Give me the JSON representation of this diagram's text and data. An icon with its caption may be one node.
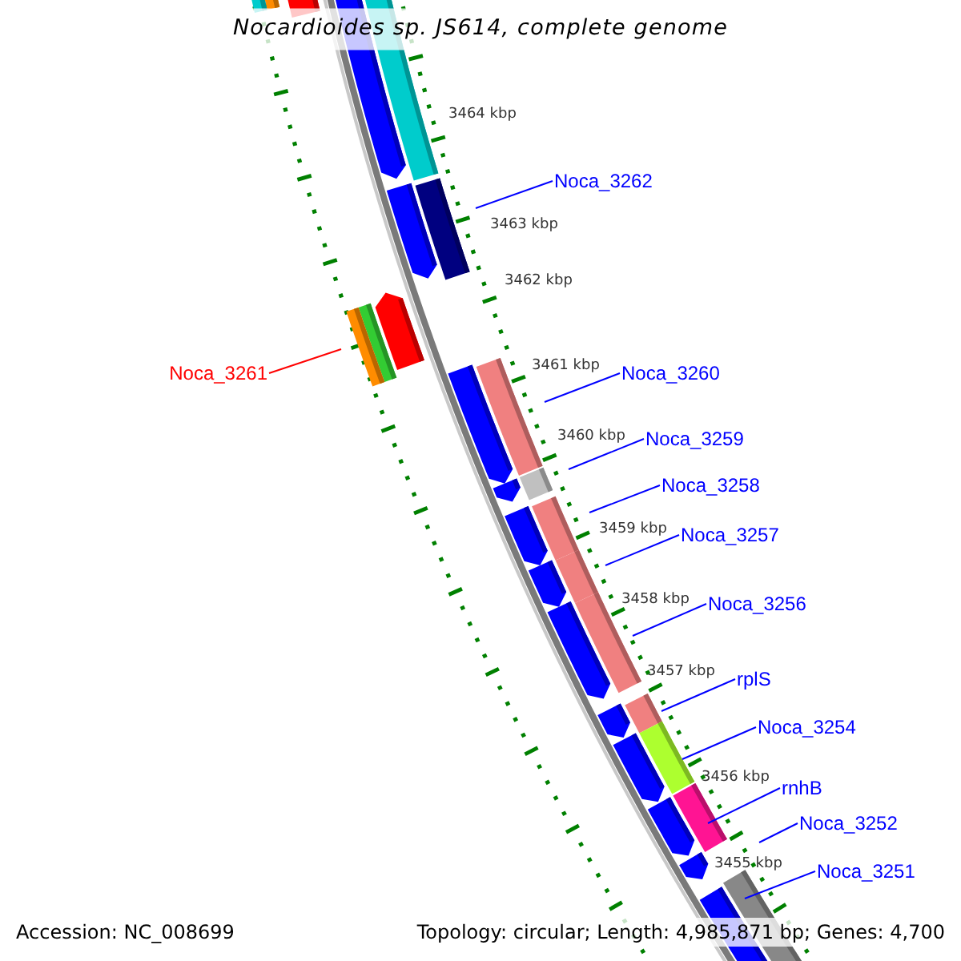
{
  "diagram": {
    "title": "Nocardioides sp. JS614, complete genome",
    "nodes": [
      {
        "text": [
          "Noca_3262"
        ]
      },
      {
        "text": [
          "Noca_3261"
        ]
      },
      {
        "text": [
          "Noca_3260"
        ]
      },
      {
        "text": [
          "Noca_3259"
        ]
      },
      {
        "text": [
          "Noca_3258"
        ]
      },
      {
        "text": [
          "Noca_3257"
        ]
      },
      {
        "text": [
          "Noca_3256"
        ]
      },
      {
        "text": [
          "rplS"
        ]
      },
      {
        "text": [
          "Noca_3254"
        ]
      },
      {
        "text": [
          "rnhB"
        ]
      },
      {
        "text": [
          "Noca_3252"
        ]
      },
      {
        "text": [
          "Noca_3251"
        ]
      }
    ],
    "edges": [
      {
        "from": 0,
        "to": null,
        "arrow": "none"
      },
      {
        "from": 1,
        "to": null,
        "arrow": "none",
        "color": "#ff0000"
      },
      {
        "from": 2,
        "to": null,
        "arrow": "none"
      },
      {
        "from": 3,
        "to": null,
        "arrow": "none"
      },
      {
        "from": 4,
        "to": null,
        "arrow": "none"
      },
      {
        "from": 5,
        "to": null,
        "arrow": "none"
      },
      {
        "from": 6,
        "to": null,
        "arrow": "none"
      },
      {
        "from": 7,
        "to": null,
        "arrow": "none"
      },
      {
        "from": 8,
        "to": null,
        "arrow": "none"
      },
      {
        "from": 9,
        "to": null,
        "arrow": "none"
      },
      {
        "from": 10,
        "to": null,
        "arrow": "none"
      },
      {
        "from": 11,
        "to": null,
        "arrow": "none"
      }
    ],
    "labels": [
      "3464 kbp",
      "3463 kbp",
      "3462 kbp",
      "3461 kbp",
      "3460 kbp",
      "3459 kbp",
      "3458 kbp",
      "3457 kbp",
      "3456 kbp",
      "3455 kbp",
      "Accession: NC_008699",
      "Topology: circular; Length: 4,985,871 bp; Genes: 4,700"
    ]
  }
}
